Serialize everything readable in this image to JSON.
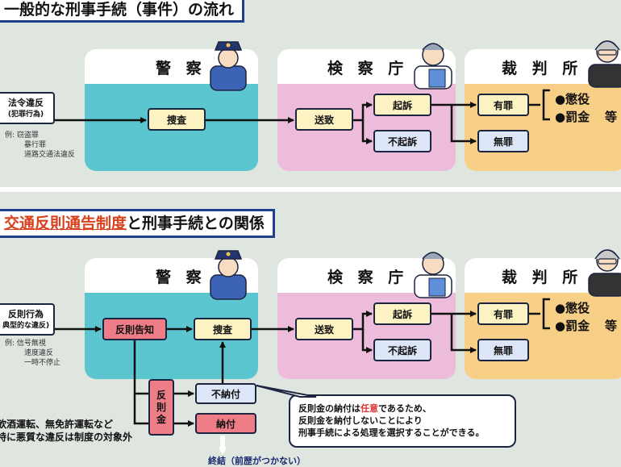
{
  "section1": {
    "title": "一般的な刑事手続（事件）の流れ",
    "police_header": "警 察",
    "prosecution_header": "検 察 庁",
    "court_header": "裁 判 所",
    "input_label_line1": "法令違反",
    "input_label_line2": "(犯罪行為)",
    "example_line1": "例: 窃盗罪",
    "example_line2": "暴行罪",
    "example_line3": "道路交通法違反",
    "investigation": "捜査",
    "referral": "送致",
    "indictment": "起訴",
    "non_indictment": "不起訴",
    "guilty": "有罪",
    "not_guilty": "無罪",
    "sentence_line1": "●懲役",
    "sentence_line2": "●罰金",
    "sentence_suffix": "等"
  },
  "section2": {
    "title_highlight": "交通反則通告制度",
    "title_rest": "と刑事手続との関係",
    "police_header": "警 察",
    "prosecution_header": "検 察 庁",
    "court_header": "裁 判 所",
    "input_label_line1": "反則行為",
    "input_label_line2": "典型的な違反)",
    "example_line1": "例: 信号無視",
    "example_line2": "速度違反",
    "example_line3": "一時不停止",
    "violation_notice": "反則告知",
    "investigation": "捜査",
    "referral": "送致",
    "indictment": "起訴",
    "non_indictment": "不起訴",
    "guilty": "有罪",
    "not_guilty": "無罪",
    "sentence_line1": "●懲役",
    "sentence_line2": "●罰金",
    "sentence_suffix": "等",
    "penalty_fee_char1": "反",
    "penalty_fee_char2": "則",
    "penalty_fee_char3": "金",
    "unpaid": "不納付",
    "paid": "納付",
    "exclusion_line1": "飲酒運転、無免許運転など",
    "exclusion_line2": "特に悪質な違反は制度の対象外",
    "callout_part1": "反則金の納付は",
    "callout_highlight": "任意",
    "callout_part2": "であるため、",
    "callout_line2": "反則金を納付しないことにより",
    "callout_line3": "刑事手続による処理を選択することができる。",
    "footnote": "終結（前歴がつかない）"
  },
  "colors": {
    "police": "#5bc6cf",
    "prosecution": "#ecbcda",
    "court": "#f7cf86",
    "title_border": "#1f3f8f",
    "highlight_red": "#d9401c"
  }
}
